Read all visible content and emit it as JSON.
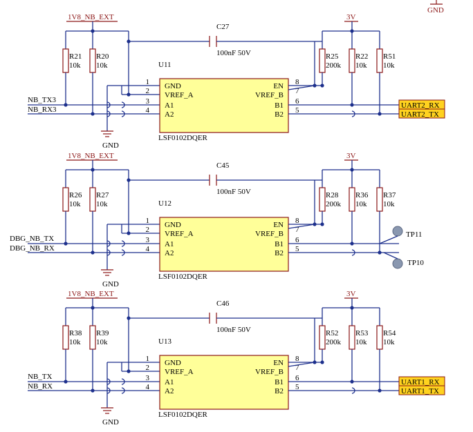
{
  "colors": {
    "wire": "#1c2f8c",
    "component": "#8a1414",
    "chip_fill": "#ffff99",
    "port_fill": "#ffd21f",
    "net_label": "#8a1414"
  },
  "global": {
    "gnd_label": "GND"
  },
  "pin_names_left": [
    "GND",
    "VREF_A",
    "A1",
    "A2"
  ],
  "pin_names_right": [
    "EN",
    "VREF_B",
    "B1",
    "B2"
  ],
  "pin_numbers_left": [
    "1",
    "2",
    "3",
    "4"
  ],
  "pin_numbers_right": [
    "8",
    "7",
    "6",
    "5"
  ],
  "channels": [
    {
      "vin": "1V8_NB_EXT",
      "vout": "3V",
      "gnd": "GND",
      "cap": {
        "ref": "C27",
        "value": "100nF 50V"
      },
      "ref": "U11",
      "part": "LSF0102DQER",
      "left_res": [
        {
          "ref": "R21",
          "value": "10k"
        },
        {
          "ref": "R20",
          "value": "10k"
        }
      ],
      "right_res": [
        {
          "ref": "R25",
          "value": "200k"
        },
        {
          "ref": "R22",
          "value": "10k"
        },
        {
          "ref": "R51",
          "value": "10k"
        }
      ],
      "left_nets": [
        "NB_TX3",
        "NB_RX3"
      ],
      "right_ports": [
        "UART2_RX",
        "UART2_TX"
      ],
      "test_points": []
    },
    {
      "vin": "1V8_NB_EXT",
      "vout": "3V",
      "gnd": "GND",
      "cap": {
        "ref": "C45",
        "value": "100nF 50V"
      },
      "ref": "U12",
      "part": "LSF0102DQER",
      "left_res": [
        {
          "ref": "R26",
          "value": "10k"
        },
        {
          "ref": "R27",
          "value": "10k"
        }
      ],
      "right_res": [
        {
          "ref": "R28",
          "value": "200k"
        },
        {
          "ref": "R36",
          "value": "10k"
        },
        {
          "ref": "R37",
          "value": "10k"
        }
      ],
      "left_nets": [
        "DBG_NB_TX",
        "DBG_NB_RX"
      ],
      "right_ports": [],
      "test_points": [
        "TP11",
        "TP10"
      ]
    },
    {
      "vin": "1V8_NB_EXT",
      "vout": "3V",
      "gnd": "GND",
      "cap": {
        "ref": "C46",
        "value": "100nF 50V"
      },
      "ref": "U13",
      "part": "LSF0102DQER",
      "left_res": [
        {
          "ref": "R38",
          "value": "10k"
        },
        {
          "ref": "R39",
          "value": "10k"
        }
      ],
      "right_res": [
        {
          "ref": "R52",
          "value": "200k"
        },
        {
          "ref": "R53",
          "value": "10k"
        },
        {
          "ref": "R54",
          "value": "10k"
        }
      ],
      "left_nets": [
        "NB_TX",
        "NB_RX"
      ],
      "right_ports": [
        "UART1_RX",
        "UART1_TX"
      ],
      "test_points": []
    }
  ]
}
